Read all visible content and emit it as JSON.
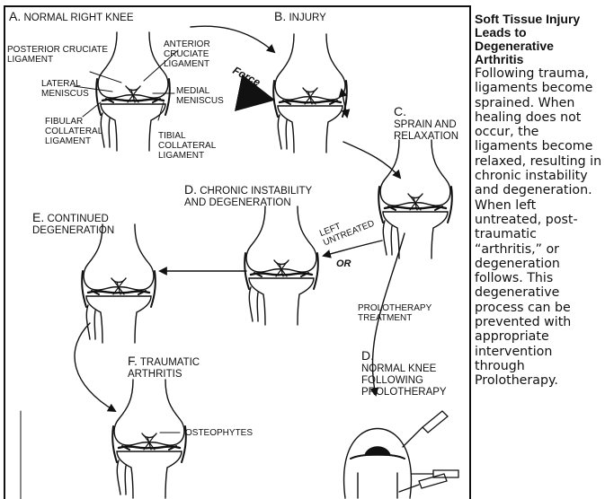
{
  "labels": {
    "a": {
      "letter": "A.",
      "text": "NORMAL RIGHT KNEE"
    },
    "b": {
      "letter": "B.",
      "text": "INJURY"
    },
    "c": {
      "letter": "C.",
      "text": "SPRAIN AND\nRELAXATION"
    },
    "d1": {
      "letter": "D.",
      "text": "CHRONIC INSTABILITY\nAND DEGENERATION"
    },
    "e": {
      "letter": "E.",
      "text": "CONTINUED\nDEGENERATION"
    },
    "f": {
      "letter": "F.",
      "text": "TRAUMATIC\nARTHRITIS"
    },
    "d2": {
      "letter": "D.",
      "text": "NORMAL KNEE\nFOLLOWING\nPROLOTHERAPY"
    },
    "posterior_cruciate": "POSTERIOR CRUCIATE\nLIGAMENT",
    "anterior_cruciate": "ANTERIOR\nCRUCIATE\nLIGAMENT",
    "lateral_meniscus": "LATERAL\nMENISCUS",
    "medial_meniscus": "MEDIAL\nMENISCUS",
    "fibular_collateral": "FIBULAR\nCOLLATERAL\nLIGAMENT",
    "tibial_collateral": "TIBIAL\nCOLLATERAL\nLIGAMENT",
    "force": "Force",
    "left_untreated": "LEFT\nUNTREATED",
    "or": "OR",
    "prolotherapy_treatment": "PROLOTHERAPY\nTREATMENT",
    "osteophytes": "OSTEOPHYTES"
  },
  "sidebar": {
    "title": "Soft Tissue Injury Leads to Degenerative Arthritis",
    "body": "Following trauma, ligaments become sprained. When healing does not occur, the ligaments become relaxed, resulting in chronic instability and degeneration. When left untreated, post-traumatic “arthritis,” or degeneration follows. This degenerative process can be prevented with appropriate intervention through Prolotherapy."
  }
}
